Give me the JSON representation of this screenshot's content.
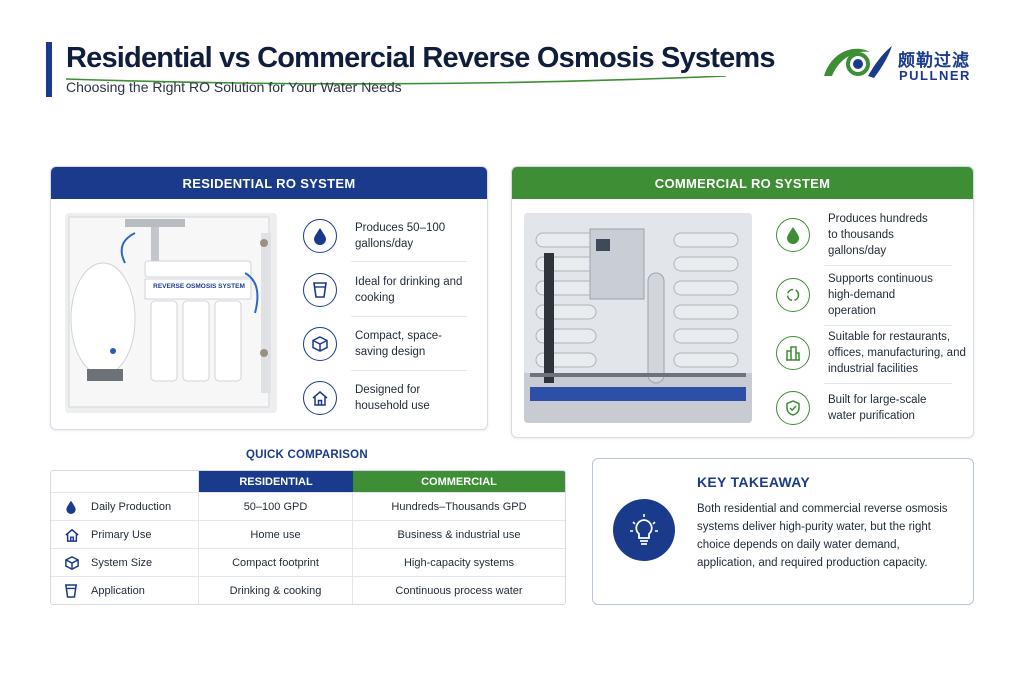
{
  "header": {
    "title": "Residential vs Commercial Reverse Osmosis Systems",
    "subtitle": "Choosing the Right RO Solution for Your Water Needs"
  },
  "logo": {
    "chinese": "颇勒过滤",
    "english": "PULLNER"
  },
  "residential": {
    "heading": "RESIDENTIAL RO SYSTEM",
    "photo_label": "REVERSE OSMOSIS SYSTEM",
    "features": [
      {
        "icon": "water-drop-icon",
        "text": "Produces 50–100 gallons/day"
      },
      {
        "icon": "cup-icon",
        "text": "Ideal for drinking and cooking"
      },
      {
        "icon": "cube-icon",
        "text": "Compact, space-saving design"
      },
      {
        "icon": "house-icon",
        "text": "Designed for household use"
      }
    ]
  },
  "commercial": {
    "heading": "COMMERCIAL RO SYSTEM",
    "features": [
      {
        "icon": "water-drop-icon",
        "text": "Produces hundreds to thousands gallons/day"
      },
      {
        "icon": "cycle-icon",
        "text": "Supports continuous high-demand operation"
      },
      {
        "icon": "buildings-icon",
        "text": "Suitable for restaurants, offices, manufacturing, and industrial facilities"
      },
      {
        "icon": "shield-check-icon",
        "text": "Built for large-scale water purification"
      }
    ]
  },
  "comparison": {
    "title": "QUICK COMPARISON",
    "columns": [
      "RESIDENTIAL",
      "COMMERCIAL"
    ],
    "rows": [
      {
        "icon": "water-drop-icon",
        "label": "Daily Production",
        "residential": "50–100 GPD",
        "commercial": "Hundreds–Thousands GPD"
      },
      {
        "icon": "house-icon",
        "label": "Primary Use",
        "residential": "Home use",
        "commercial": "Business & industrial use"
      },
      {
        "icon": "cube-icon",
        "label": "System Size",
        "residential": "Compact footprint",
        "commercial": "High-capacity systems"
      },
      {
        "icon": "cup-icon",
        "label": "Application",
        "residential": "Drinking & cooking",
        "commercial": "Continuous process water"
      }
    ]
  },
  "takeaway": {
    "icon": "lightbulb-icon",
    "title": "KEY TAKEAWAY",
    "body": "Both residential and commercial reverse osmosis systems deliver high-purity water, but the right choice depends on daily water demand, application, and required production capacity."
  },
  "colors": {
    "navy": "#1a3a8c",
    "green": "#3d8e34"
  }
}
